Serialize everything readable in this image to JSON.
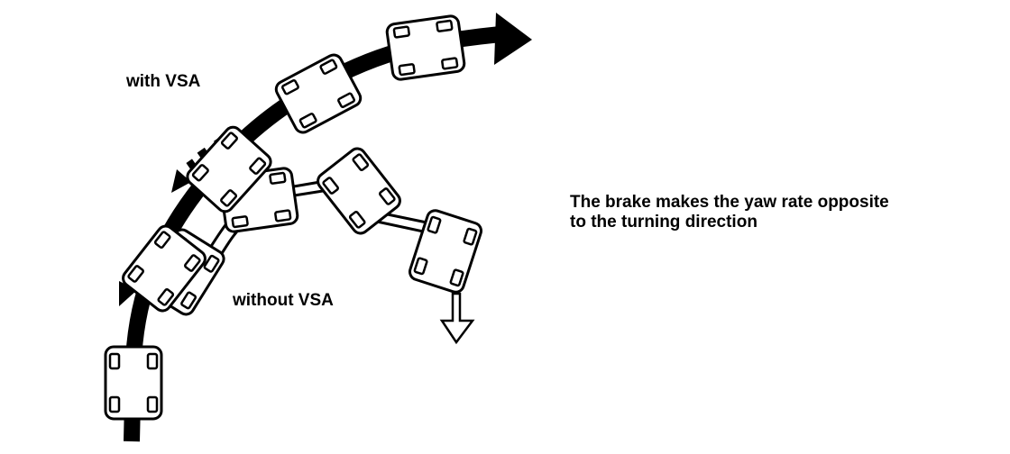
{
  "labels": {
    "with_vsa": "with VSA",
    "without_vsa": "without VSA",
    "caption_line1": "The brake makes the yaw rate opposite",
    "caption_line2": "to the turning direction"
  },
  "colors": {
    "ink": "#000000",
    "background": "#ffffff"
  }
}
